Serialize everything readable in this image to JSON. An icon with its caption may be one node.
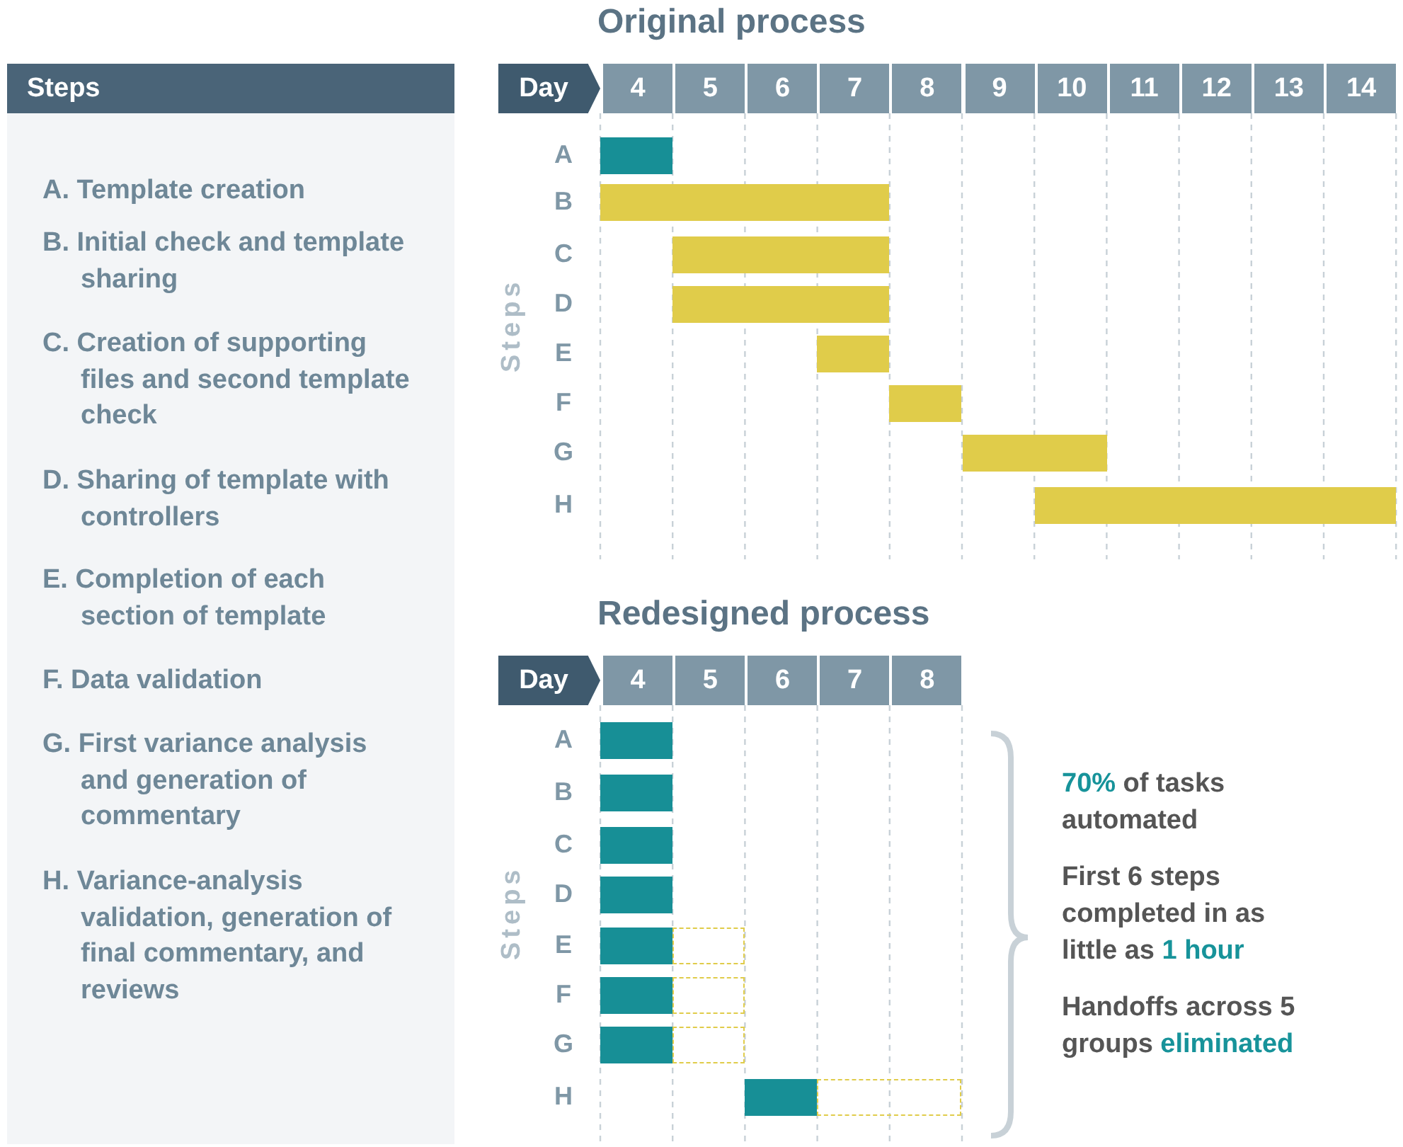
{
  "diagram": {
    "nodes": [
      {
        "text": [],
        "shape": "bar"
      },
      {
        "text": [],
        "shape": "bar"
      },
      {
        "text": [],
        "shape": "bar"
      },
      {
        "text": [],
        "shape": "bar"
      },
      {
        "text": [],
        "shape": "bar"
      },
      {
        "text": [],
        "shape": "bar"
      },
      {
        "text": [],
        "shape": "bar"
      },
      {
        "text": [],
        "shape": "bar"
      },
      {
        "text": [],
        "shape": "bar"
      },
      {
        "text": [],
        "shape": "bar"
      },
      {
        "text": [],
        "shape": "bar"
      },
      {
        "text": [],
        "shape": "bar"
      },
      {
        "text": [],
        "shape": "bar"
      },
      {
        "text": [],
        "shape": "bar"
      },
      {
        "text": [],
        "shape": "bar"
      },
      {
        "text": [],
        "shape": "bar"
      },
      {
        "text": [],
        "shape": "bar"
      },
      {
        "text": [],
        "shape": "bar"
      },
      {
        "text": [],
        "shape": "bar"
      },
      {
        "text": [],
        "shape": "bar"
      }
    ],
    "labels": [
      "Original process",
      "Steps",
      "Day",
      "4",
      "5",
      "6",
      "7",
      "8",
      "9",
      "10",
      "11",
      "12",
      "13",
      "14",
      "A",
      "B",
      "C",
      "D",
      "E",
      "F",
      "G",
      "H",
      "Steps",
      "A. Template creation",
      "B. Initial check and template sharing",
      "C. Creation of supporting files and second template check",
      "D. Sharing of template with controllers",
      "E. Completion of each section of template",
      "F. Data validation",
      "G. First variance analysis and generation of commentary",
      "H. Variance-analysis validation, generation of final commentary, and reviews",
      "Redesigned process",
      "Day",
      "4",
      "5",
      "6",
      "7",
      "8",
      "A",
      "B",
      "C",
      "D",
      "E",
      "F",
      "G",
      "H",
      "Steps",
      "**70%** of tasks automated",
      "First 6 steps completed in as little as **1 hour**",
      "Handoffs across 5 groups **eliminated**"
    ]
  }
}
